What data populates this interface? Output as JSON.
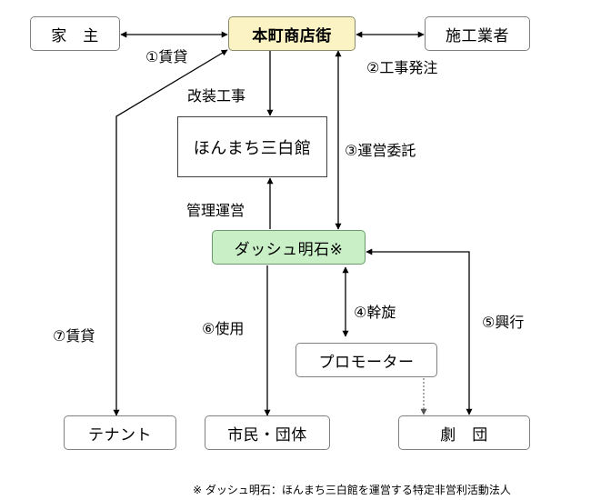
{
  "nodes": {
    "yanushi": "家　主",
    "hommachi": "本町商店街",
    "sekou": "施工業者",
    "sanpaku": "ほんまち三白館",
    "dash": "ダッシュ明石※",
    "promoter": "プロモーター",
    "tenant": "テナント",
    "shimin": "市民・団体",
    "gekidan": "劇　団"
  },
  "labels": {
    "chintai1": "①賃貸",
    "kouji": "②工事発注",
    "kaisou": "改装工事",
    "unei_itaku": "③運営委託",
    "kanri": "管理運営",
    "assen": "④幹旋",
    "kougyou": "⑤興行",
    "shiyou": "⑥使用",
    "chintai7": "⑦賃貸"
  },
  "footnote": "※ ダッシュ明石：ほんまち三白館を運営する特定非営利活動法人",
  "colors": {
    "hommachi_fill": "#fbf3c4",
    "dash_fill": "#c9efc6",
    "line": "#000000"
  }
}
